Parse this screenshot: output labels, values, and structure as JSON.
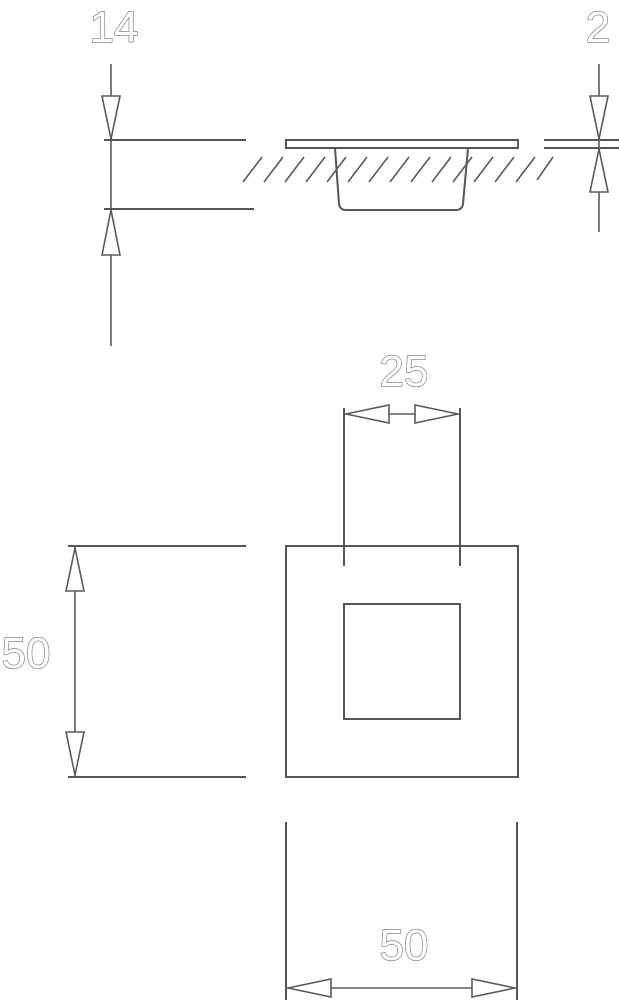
{
  "drawing": {
    "line_color": "#555555",
    "dimensions": {
      "side_depth": "14",
      "plate_thickness": "2",
      "inner_width": "25",
      "outer_height": "50",
      "outer_width": "50"
    }
  }
}
